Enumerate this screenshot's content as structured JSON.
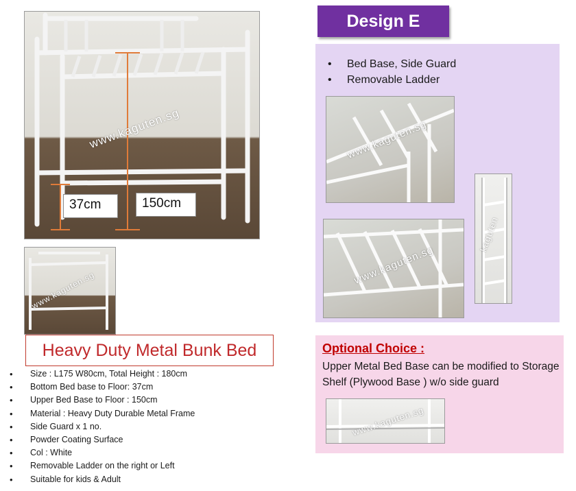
{
  "main_photo": {
    "watermark": "www.kaguten.sg",
    "bottom_height_label": "37cm",
    "upper_height_label": "150cm"
  },
  "thumbnail": {
    "watermark": "www.kaguten.sg"
  },
  "product": {
    "title": "Heavy Duty Metal Bunk Bed",
    "specs": [
      "Size : L175 W80cm,  Total Height : 180cm",
      "Bottom Bed base to Floor: 37cm",
      "Upper Bed Base to Floor : 150cm",
      "Material :  Heavy Duty Durable Metal Frame",
      "Side Guard x 1 no.",
      "Powder Coating Surface",
      "Col : White",
      "Removable Ladder on the right or Left",
      "Suitable for kids & Adult"
    ]
  },
  "design": {
    "label": "Design E",
    "features": [
      "Bed Base, Side Guard",
      "Removable Ladder"
    ],
    "photo_watermarks": [
      "www.kaguten.sg",
      "www.kaguten.sg",
      "kaguten"
    ]
  },
  "optional": {
    "title": "Optional Choice :",
    "text": "Upper Metal Bed Base can be modified to Storage Shelf (Plywood Base ) w/o side guard",
    "photo_watermark": "www.kaguten.sg"
  },
  "colors": {
    "design_purple": "#7030a0",
    "panel_lavender": "#e4d5f3",
    "panel_pink": "#f7d6e9",
    "title_red": "#c0292b",
    "optional_red": "#c00000"
  }
}
